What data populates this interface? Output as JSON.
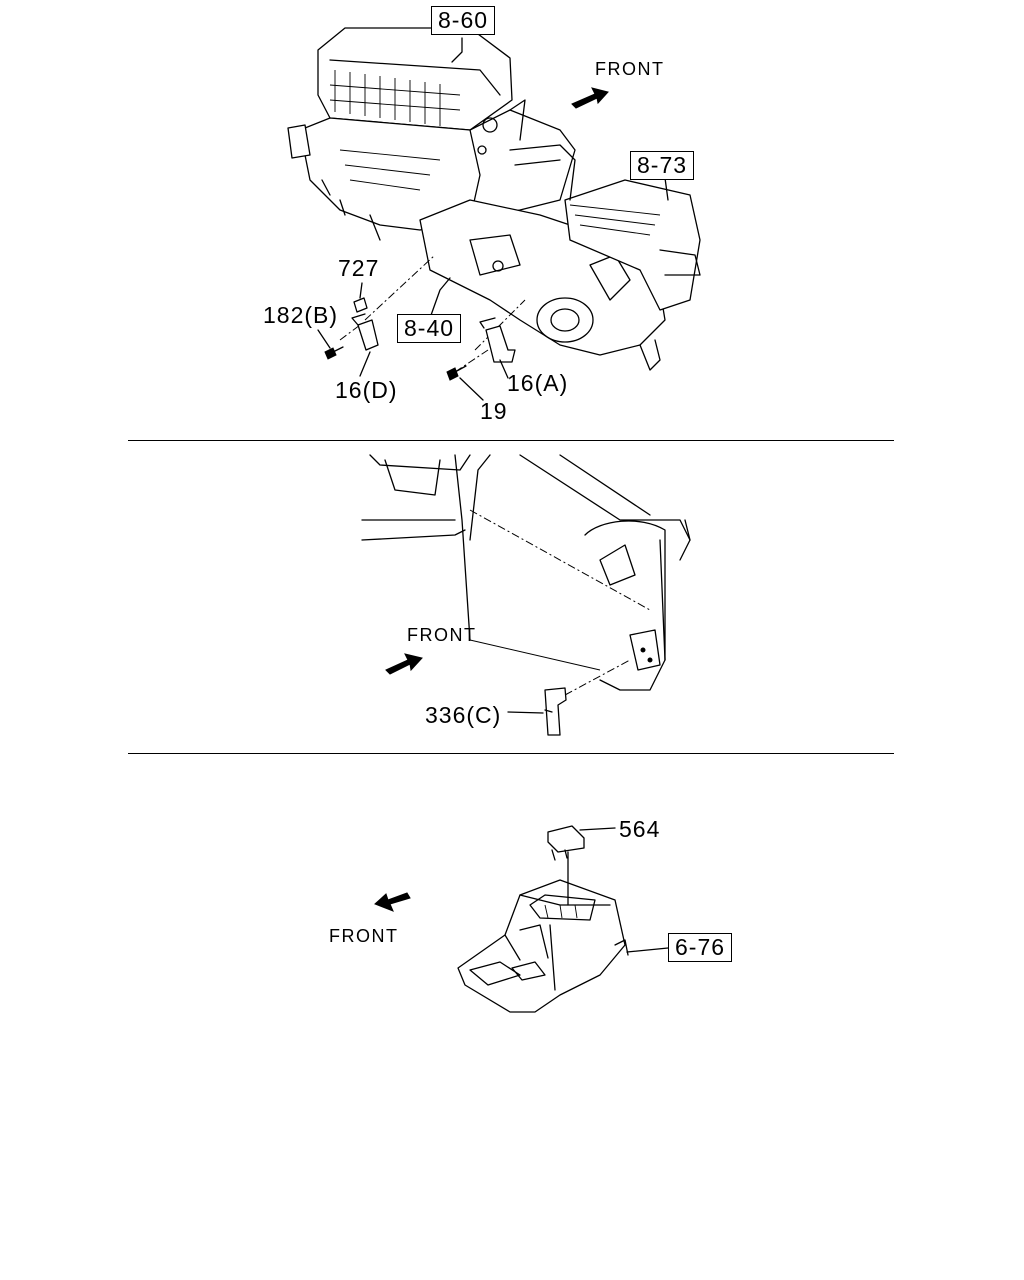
{
  "sections": [
    {
      "front_label": "FRONT",
      "ref_boxes": [
        "8-60",
        "8-73",
        "8-40"
      ],
      "part_labels": [
        "727",
        "182(B)",
        "16(D)",
        "16(A)",
        "19"
      ]
    },
    {
      "front_label": "FRONT",
      "part_labels": [
        "336(C)"
      ]
    },
    {
      "front_label": "FRONT",
      "ref_boxes": [
        "6-76"
      ],
      "part_labels": [
        "564"
      ]
    }
  ]
}
